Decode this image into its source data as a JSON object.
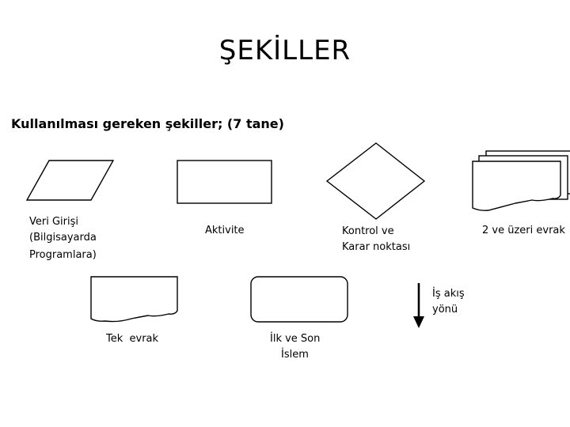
{
  "title": "ŞEKİLLER",
  "subtitle": "Kullanılması gereken şekiller;  (7 tane)",
  "shapes": {
    "data_input": {
      "lines": [
        "Veri Girişi",
        "(Bilgisayarda",
        "Programlara)"
      ]
    },
    "activity": {
      "lines": [
        "Aktivite"
      ]
    },
    "decision": {
      "lines": [
        "Kontrol ve",
        "Karar noktası"
      ]
    },
    "multi_document": {
      "lines": [
        "2 ve üzeri evrak"
      ]
    },
    "single_document": {
      "lines": [
        "Tek  evrak"
      ]
    },
    "terminator": {
      "lines": [
        "İlk ve Son",
        "İslem"
      ]
    },
    "flow_direction": {
      "lines": [
        "İş akış",
        "yönü"
      ]
    }
  }
}
